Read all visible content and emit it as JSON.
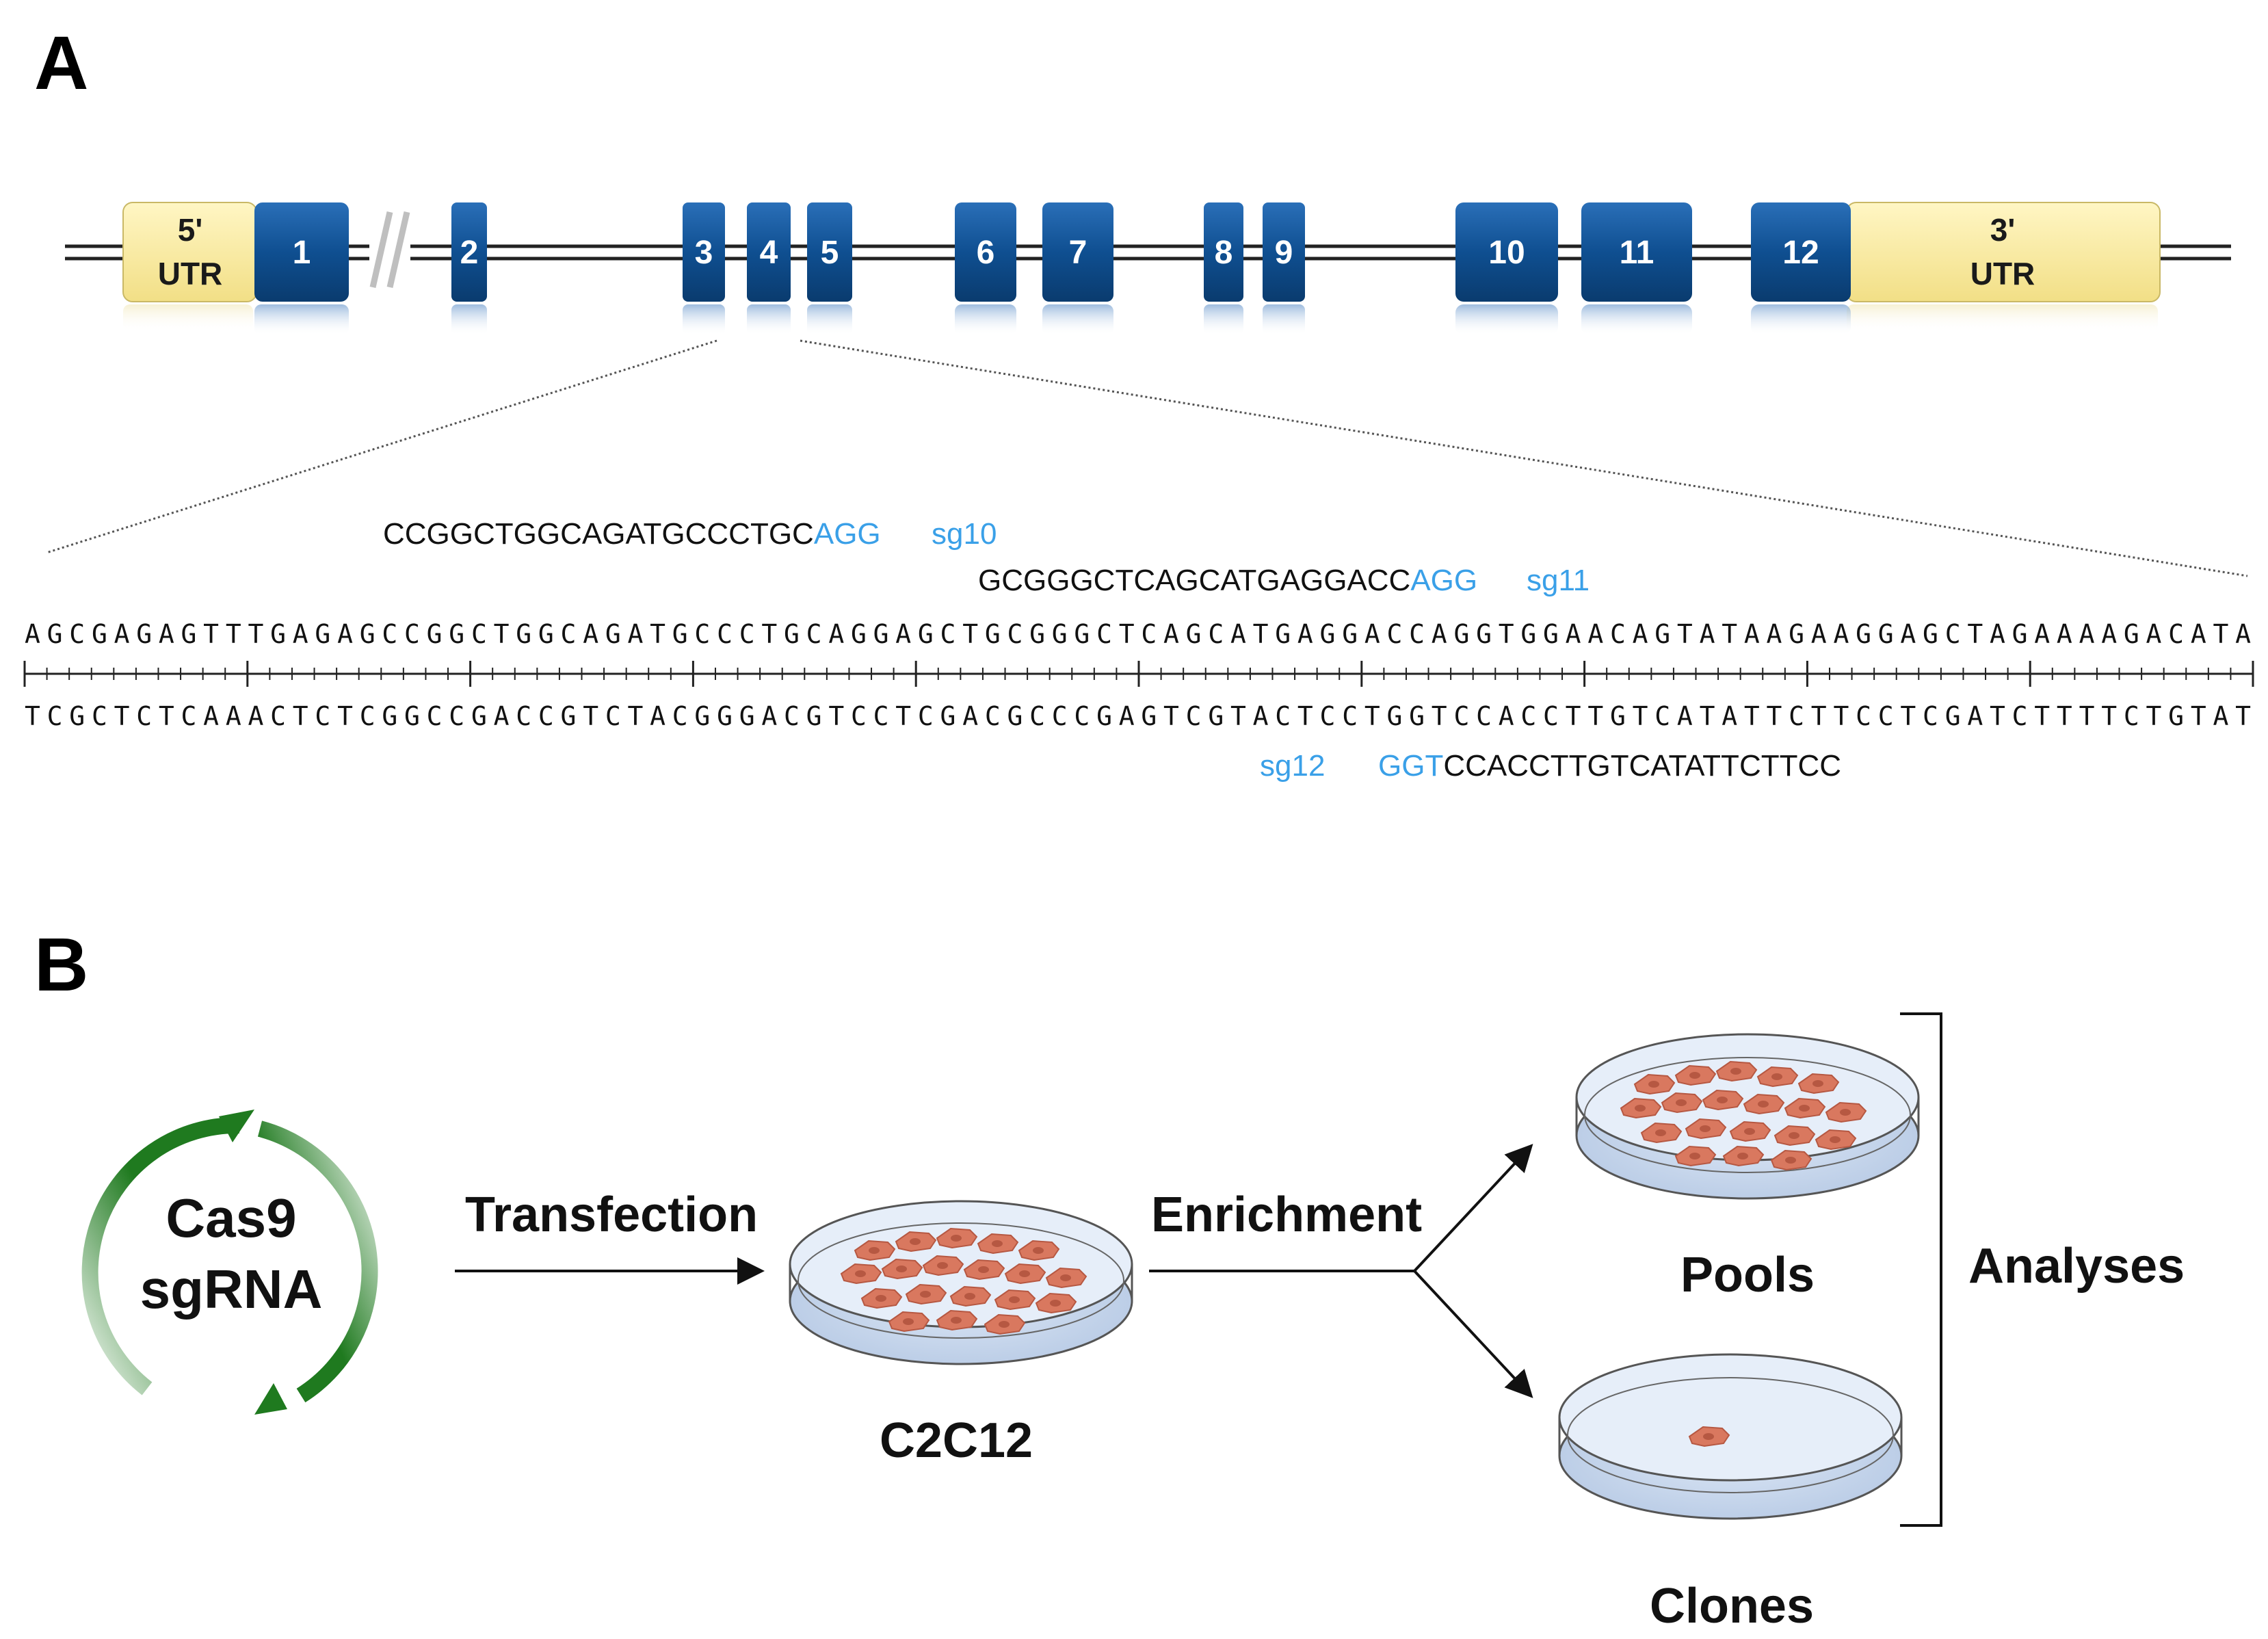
{
  "panel_a": {
    "letter": "A",
    "utr5": {
      "line1": "5'",
      "line2": "UTR"
    },
    "utr3": {
      "line1": "3'",
      "line2": "UTR"
    },
    "exons": [
      "1",
      "2",
      "3",
      "4",
      "5",
      "6",
      "7",
      "8",
      "9",
      "10",
      "11",
      "12"
    ],
    "break_mark": "//",
    "guides": {
      "sg10": {
        "seq": "CCGGCTGGCAGATGCCCTGC",
        "pam": "AGG",
        "label": "sg10"
      },
      "sg11": {
        "seq": "GCGGGCTCAGCATGAGGACC",
        "pam": "AGG",
        "label": "sg11"
      },
      "sg12": {
        "label": "sg12",
        "pam": "GGT",
        "seq": "CCACCTTGTCATATTCTTCC"
      }
    },
    "top_strand": "AGCGAGAGTTTGAGAGCCGGCTGGCAGATGCCCTGCAGGAGCTGCGGGCTCAGCATGAGGACCAGGTGGAACAGTATAAGAAGGAGCTAGAAAAGACATA",
    "bottom_strand": "TCGCTCTCAAACTCTCGGCCGACCGTCTACGGGACGTCCTCGACGCCCGAGTCGTACTCCTGGTCCACCTTGTCATATTCTTCCTCGATCTTTTCTGTAT"
  },
  "panel_b": {
    "letter": "B",
    "plasmid": {
      "line1": "Cas9",
      "line2": "sgRNA"
    },
    "step1": "Transfection",
    "cell_line": "C2C12",
    "step2": "Enrichment",
    "pools": "Pools",
    "clones": "Clones",
    "analyses": "Analyses"
  },
  "colors": {
    "exon": "#0f4f91",
    "utr": "#fbeea6",
    "pam": "#3aa0e8",
    "plasmid": "#1f7a1f",
    "cell": "#d9785f",
    "dish": "#c8d8ee"
  }
}
